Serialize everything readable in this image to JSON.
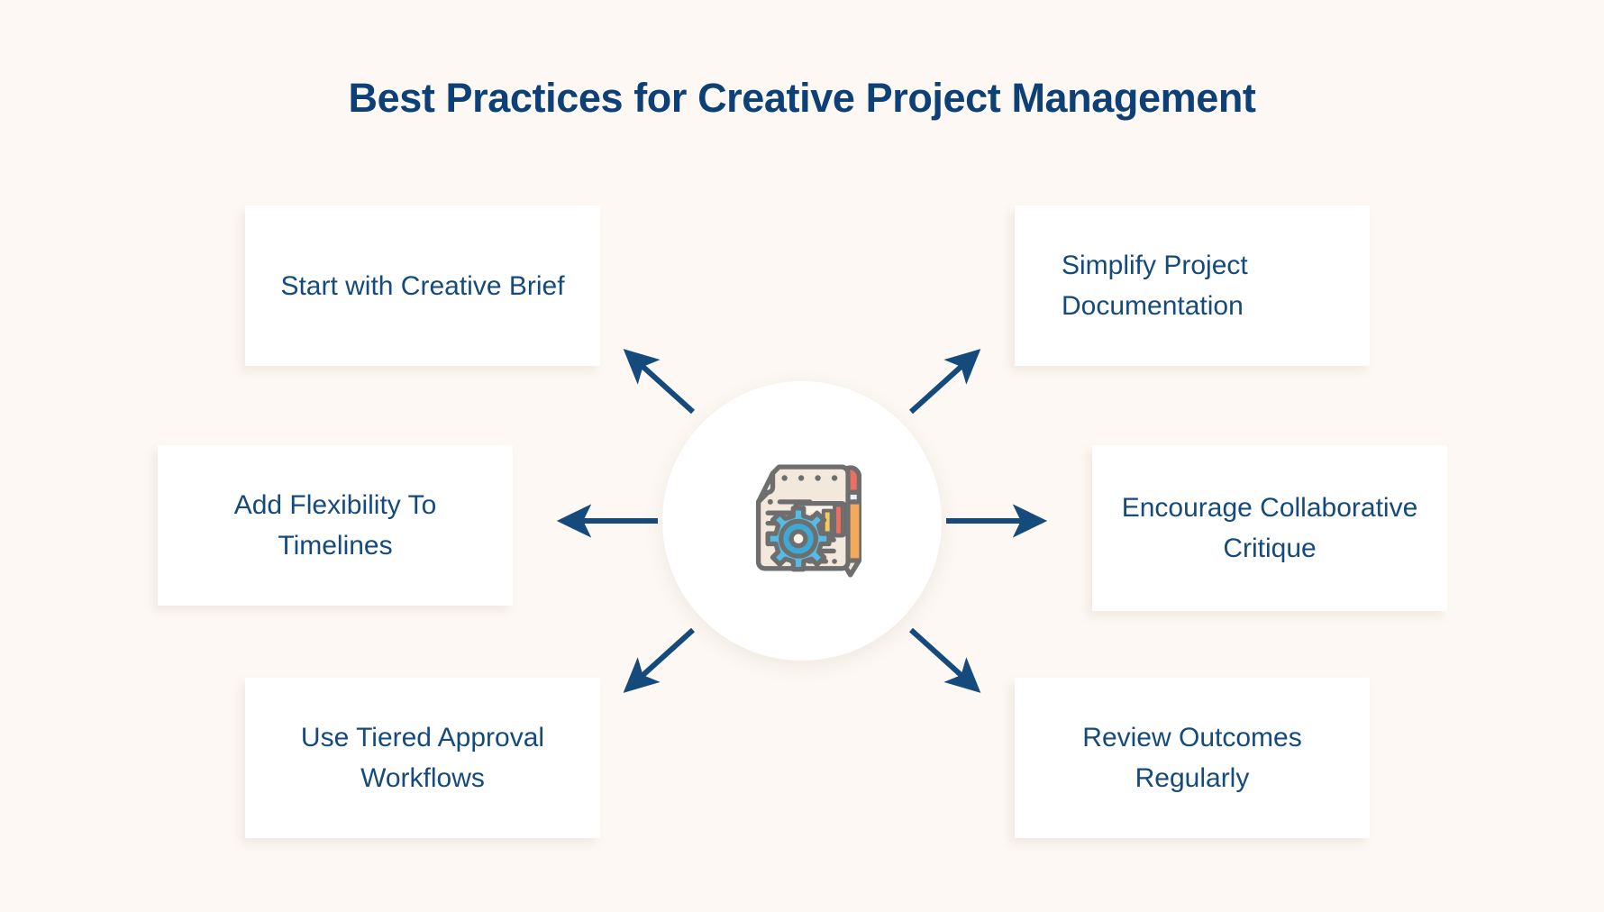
{
  "page": {
    "title": "Best Practices for Creative Project Management",
    "background_color": "#FDF8F3",
    "title_color": "#0D4076",
    "accent_color": "#154A7C"
  },
  "center": {
    "icon_name": "project-report-gear-icon",
    "circle_color": "#FFFFFF",
    "icon_colors": {
      "paper": "#F2E8DC",
      "paper_light": "#FAF3EA",
      "outline": "#6E6E6E",
      "gear": "#55BCE6",
      "gear_dark": "#3FA9D6",
      "pencil_body": "#F5A95B",
      "pencil_light": "#FBC980",
      "eraser": "#EE6F5B",
      "bar_blue": "#6FC7EE",
      "bar_green": "#8CC96B",
      "bar_yellow": "#F6CB5C",
      "bar_red": "#EE6F5B"
    }
  },
  "nodes": [
    {
      "id": "start-brief",
      "label": "Start with Creative Brief",
      "align": "center",
      "direction": "up-left"
    },
    {
      "id": "simplify-doc",
      "label": "Simplify Project Documentation",
      "align": "left",
      "direction": "up-right"
    },
    {
      "id": "add-flexibility",
      "label": "Add Flexibility To Timelines",
      "align": "center",
      "direction": "left"
    },
    {
      "id": "encourage-critique",
      "label": "Encourage Collaborative Critique",
      "align": "center",
      "direction": "right"
    },
    {
      "id": "tiered-approval",
      "label": "Use Tiered Approval Workflows",
      "align": "center",
      "direction": "down-left"
    },
    {
      "id": "review-outcomes",
      "label": "Review Outcomes Regularly",
      "align": "center",
      "direction": "down-right"
    }
  ],
  "arrows": {
    "color": "#154A7C",
    "count": 6,
    "directions": [
      "up-left",
      "up-right",
      "left",
      "right",
      "down-left",
      "down-right"
    ]
  }
}
